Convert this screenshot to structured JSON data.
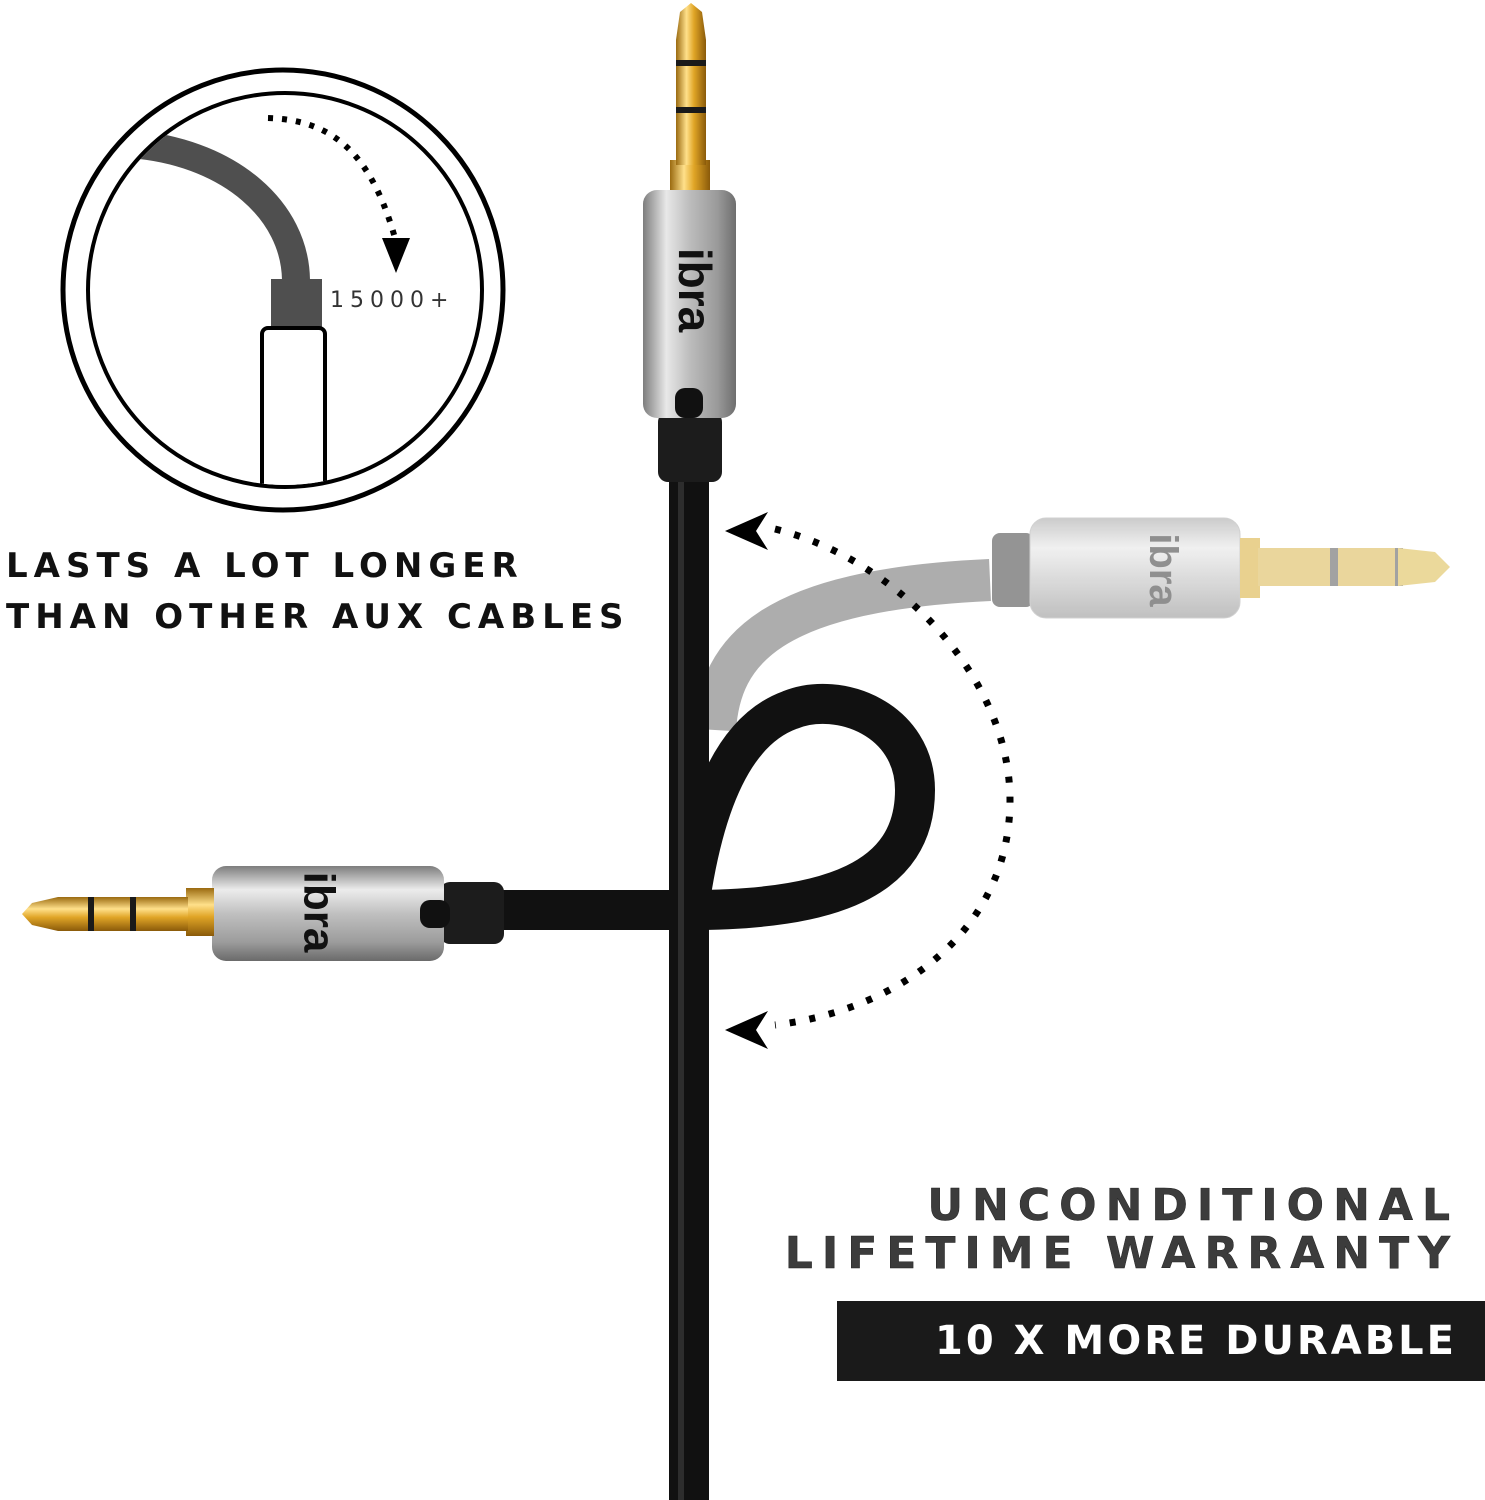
{
  "inset_diagram": {
    "bend_count_label": "15000+"
  },
  "headline_left": {
    "line1": "Lasts a lot longer",
    "line2": "than other aux cables"
  },
  "headline_right": {
    "line1": "Unconditional",
    "line2": "Lifetime Warranty"
  },
  "badge": {
    "label": "10 X More Durable",
    "background": "#1a1a1a",
    "text_color": "#ffffff"
  },
  "brand": {
    "logo_text": "ibra"
  },
  "colors": {
    "cable": "#111111",
    "ghost_cable": "#a8a8a8",
    "gold": "#d9a520",
    "chrome": "#c4c4c4",
    "diagram_cable": "#4f4f4f"
  }
}
